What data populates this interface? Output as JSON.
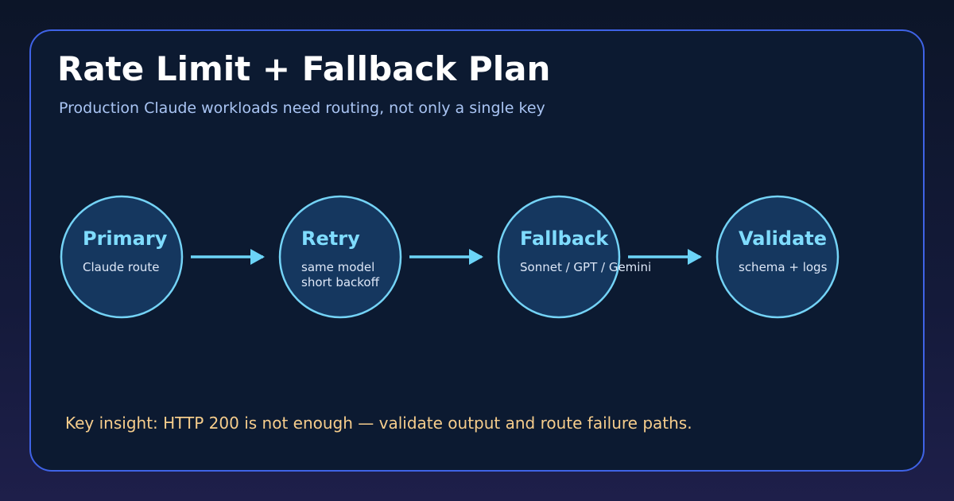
{
  "title": "Rate Limit + Fallback Plan",
  "subtitle": "Production Claude workloads need routing, not only a single key",
  "steps": [
    {
      "title": "Primary",
      "lines": [
        "Claude route"
      ]
    },
    {
      "title": "Retry",
      "lines": [
        "same model",
        "short backoff"
      ]
    },
    {
      "title": "Fallback",
      "lines": [
        "Sonnet / GPT / Gemini"
      ]
    },
    {
      "title": "Validate",
      "lines": [
        "schema + logs"
      ]
    }
  ],
  "insight": "Key insight: HTTP 200 is not enough — validate output and route failure paths.",
  "colors": {
    "card_border": "#3f63e6",
    "node_fill": "#15375f",
    "node_stroke": "#74d3f6",
    "node_title": "#7fdcff",
    "arrow": "#6cd4f7",
    "insight": "#f6cd8c"
  }
}
